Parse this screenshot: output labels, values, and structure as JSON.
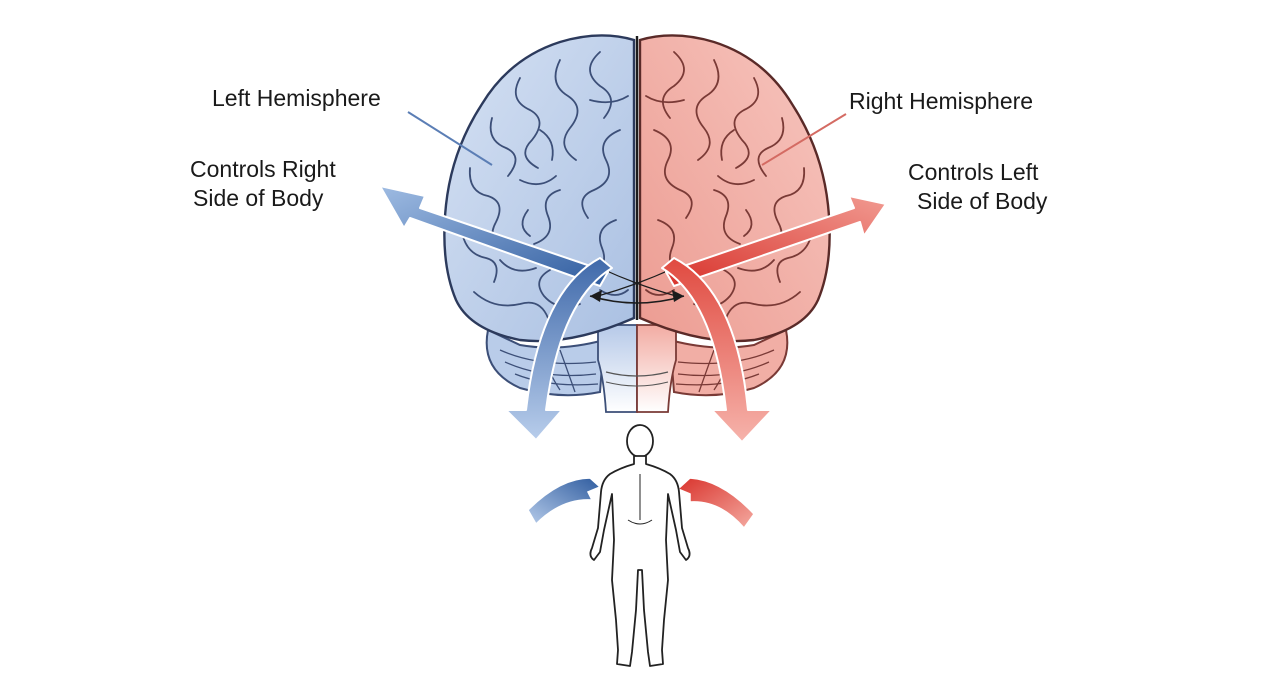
{
  "labels": {
    "left_hemisphere": "Left Hemisphere",
    "right_hemisphere": "Right Hemisphere",
    "left_controls_line1": "Controls Right",
    "left_controls_line2": "Side of Body",
    "right_controls_line1": "Controls Left",
    "right_controls_line2": "Side of Body"
  },
  "colors": {
    "left_fill": "#c3d4ec",
    "left_fill_dark": "#a9bfe0",
    "left_stroke": "#3c4f78",
    "left_arrow": "#3f6aaa",
    "right_fill": "#f3b3ab",
    "right_fill_dark": "#ea978d",
    "right_stroke": "#7a3a36",
    "right_arrow": "#d9423b",
    "outline": "#222222"
  },
  "icons": {
    "brain": "brain-icon",
    "body": "human-body-icon"
  }
}
